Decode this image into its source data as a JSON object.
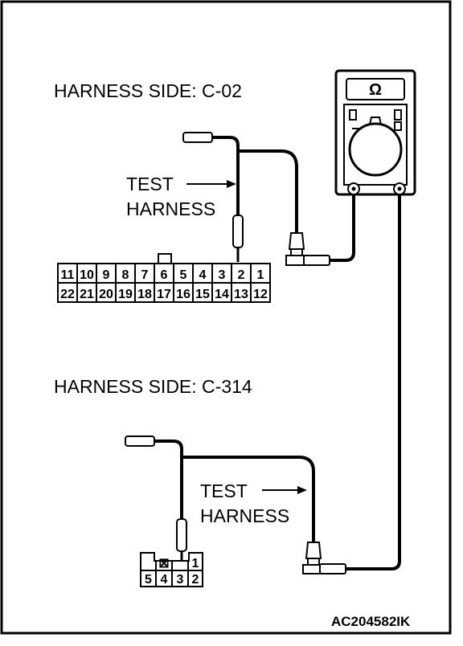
{
  "labels": {
    "harness_side_top": "HARNESS SIDE: C-02",
    "harness_side_bottom": "HARNESS SIDE: C-314",
    "test_top": "TEST",
    "harness_top": "HARNESS",
    "test_bottom": "TEST",
    "harness_bottom": "HARNESS",
    "reference_code": "AC204582IK"
  },
  "meter": {
    "symbol": "Ω"
  },
  "connector_c02": {
    "top_row": [
      "11",
      "10",
      "9",
      "8",
      "7",
      "6",
      "5",
      "4",
      "3",
      "2",
      "1"
    ],
    "bottom_row": [
      "22",
      "21",
      "20",
      "19",
      "18",
      "17",
      "16",
      "15",
      "14",
      "13",
      "12"
    ]
  },
  "connector_c314": {
    "top_row": [
      "",
      "⊠",
      "",
      "1"
    ],
    "bottom_row": [
      "5",
      "4",
      "3",
      "2"
    ]
  }
}
